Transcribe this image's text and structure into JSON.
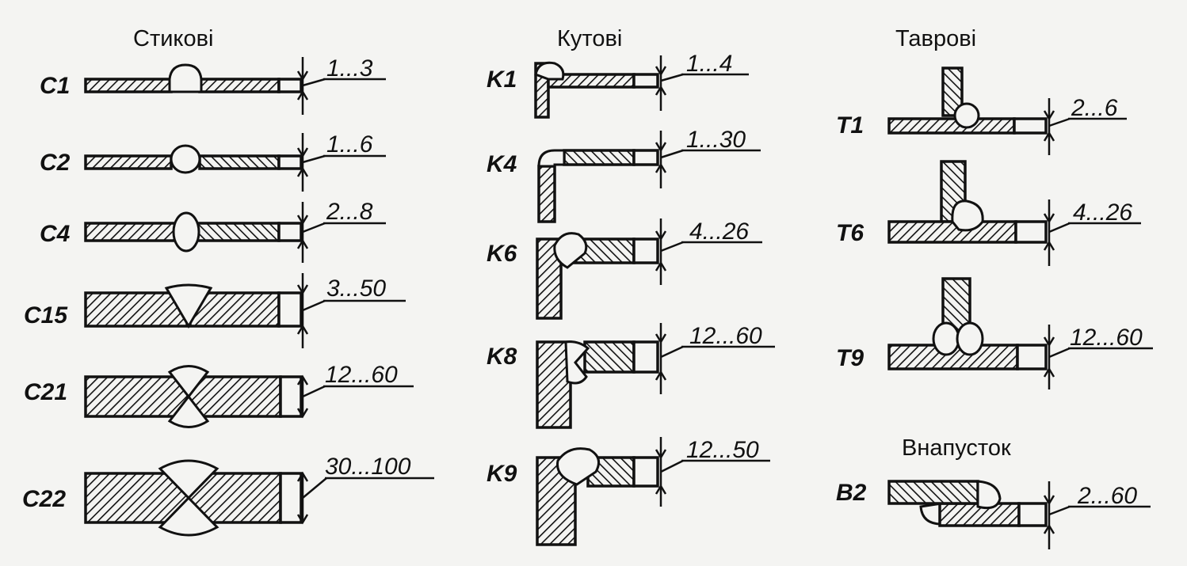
{
  "headers": {
    "butt": "Стикові",
    "corner": "Кутові",
    "tee": "Таврові",
    "lap": "Внапусток"
  },
  "butt_joints": [
    {
      "code": "C1",
      "range": "1...3"
    },
    {
      "code": "C2",
      "range": "1...6"
    },
    {
      "code": "C4",
      "range": "2...8"
    },
    {
      "code": "C15",
      "range": "3...50"
    },
    {
      "code": "C21",
      "range": "12...60"
    },
    {
      "code": "C22",
      "range": "30...100"
    }
  ],
  "corner_joints": [
    {
      "code": "K1",
      "range": "1...4"
    },
    {
      "code": "K4",
      "range": "1...30"
    },
    {
      "code": "K6",
      "range": "4...26"
    },
    {
      "code": "K8",
      "range": "12...60"
    },
    {
      "code": "K9",
      "range": "12...50"
    }
  ],
  "tee_joints": [
    {
      "code": "T1",
      "range": "2...6"
    },
    {
      "code": "T6",
      "range": "4...26"
    },
    {
      "code": "T9",
      "range": "12...60"
    }
  ],
  "lap_joints": [
    {
      "code": "B2",
      "range": "2...60"
    }
  ]
}
